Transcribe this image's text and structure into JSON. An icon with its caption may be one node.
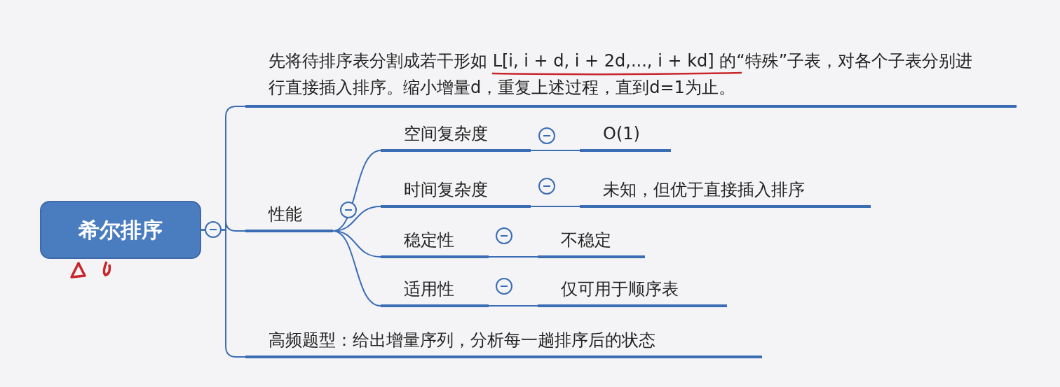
{
  "diagram": {
    "nodes": [
      {
        "text": [
          "希尔排序"
        ]
      },
      {
        "text": [
          "先将待排序表分割成若干形如 L[i, i + d, i + 2d,..., i + kd] 的“特殊”子表，对各个子表分别进行直接插入排序。缩小增量d，重复上述过程，直到d=1为止。"
        ]
      },
      {
        "text": [
          "性能"
        ]
      },
      {
        "text": [
          "空间复杂度"
        ]
      },
      {
        "text": [
          "O(1)"
        ]
      },
      {
        "text": [
          "时间复杂度"
        ]
      },
      {
        "text": [
          "未知，但优于直接插入排序"
        ]
      },
      {
        "text": [
          "稳定性"
        ]
      },
      {
        "text": [
          "不稳定"
        ]
      },
      {
        "text": [
          "适用性"
        ]
      },
      {
        "text": [
          "仅可用于顺序表"
        ]
      },
      {
        "text": [
          "高频题型：给出增量序列，分析每一趟排序后的状态"
        ]
      }
    ],
    "edges": [
      {
        "from": 0,
        "to": 1,
        "arrow": "none"
      },
      {
        "from": 0,
        "to": 2,
        "arrow": "none"
      },
      {
        "from": 0,
        "to": 11,
        "arrow": "none"
      },
      {
        "from": 2,
        "to": 3,
        "arrow": "none"
      },
      {
        "from": 2,
        "to": 5,
        "arrow": "none"
      },
      {
        "from": 2,
        "to": 7,
        "arrow": "none"
      },
      {
        "from": 2,
        "to": 9,
        "arrow": "none"
      },
      {
        "from": 3,
        "to": 4,
        "arrow": "none"
      },
      {
        "from": 5,
        "to": 6,
        "arrow": "none"
      },
      {
        "from": 7,
        "to": 8,
        "arrow": "none"
      },
      {
        "from": 9,
        "to": 10,
        "arrow": "none"
      }
    ]
  }
}
